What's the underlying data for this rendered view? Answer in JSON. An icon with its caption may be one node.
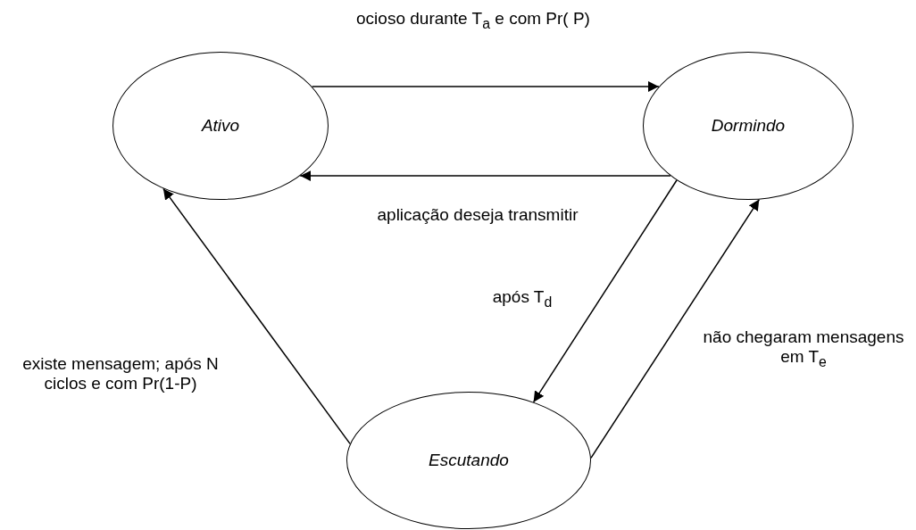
{
  "diagram": {
    "nodes": [
      {
        "text": [
          "Ativo"
        ]
      },
      {
        "text": [
          "Dormindo"
        ]
      },
      {
        "text": [
          "Escutando"
        ]
      }
    ],
    "edges": [
      {
        "from": 0,
        "to": 1,
        "arrow": "to",
        "label": "ocioso durante T$_{a}$ e com Pr( P)"
      },
      {
        "from": 1,
        "to": 0,
        "arrow": "to",
        "label": "aplicação deseja transmitir"
      },
      {
        "from": 1,
        "to": 2,
        "arrow": "to",
        "label": "após T$_{d}$"
      },
      {
        "from": 2,
        "to": 1,
        "arrow": "to",
        "label": "não chegaram mensagens em T$_{e}$"
      },
      {
        "from": 2,
        "to": 0,
        "arrow": "to",
        "label": "existe mensagem; após N ciclos e com Pr(1-P)"
      }
    ]
  }
}
